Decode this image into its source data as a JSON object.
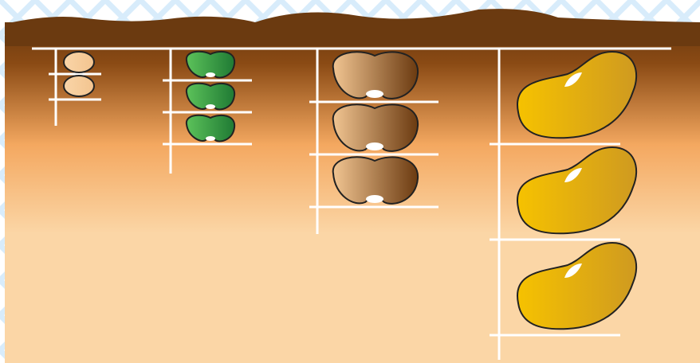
{
  "title": "",
  "colors": {
    "background_pattern": "#d8ecfb",
    "soil_dark": "#6b3a10",
    "soil_mid": "#f4a860",
    "soil_light": "#fbd6a6",
    "ruler_lines": "#ffffff",
    "bean_outline": "#222222"
  },
  "bean_groups": [
    {
      "name": "small-beige-beans",
      "count": 2,
      "fill_from": "#f9d5a8",
      "fill_to": "#f3c48f",
      "seed_spot": false
    },
    {
      "name": "green-beans",
      "count": 3,
      "fill_from": "#5cc25a",
      "fill_to": "#1f7a34",
      "seed_spot": true
    },
    {
      "name": "brown-beans",
      "count": 3,
      "fill_from": "#f1c592",
      "fill_to": "#6b3a10",
      "seed_spot": true
    },
    {
      "name": "large-yellow-beans",
      "count": 3,
      "fill_from": "#f6c200",
      "fill_to": "#cf9a20",
      "seed_spot": true
    }
  ]
}
